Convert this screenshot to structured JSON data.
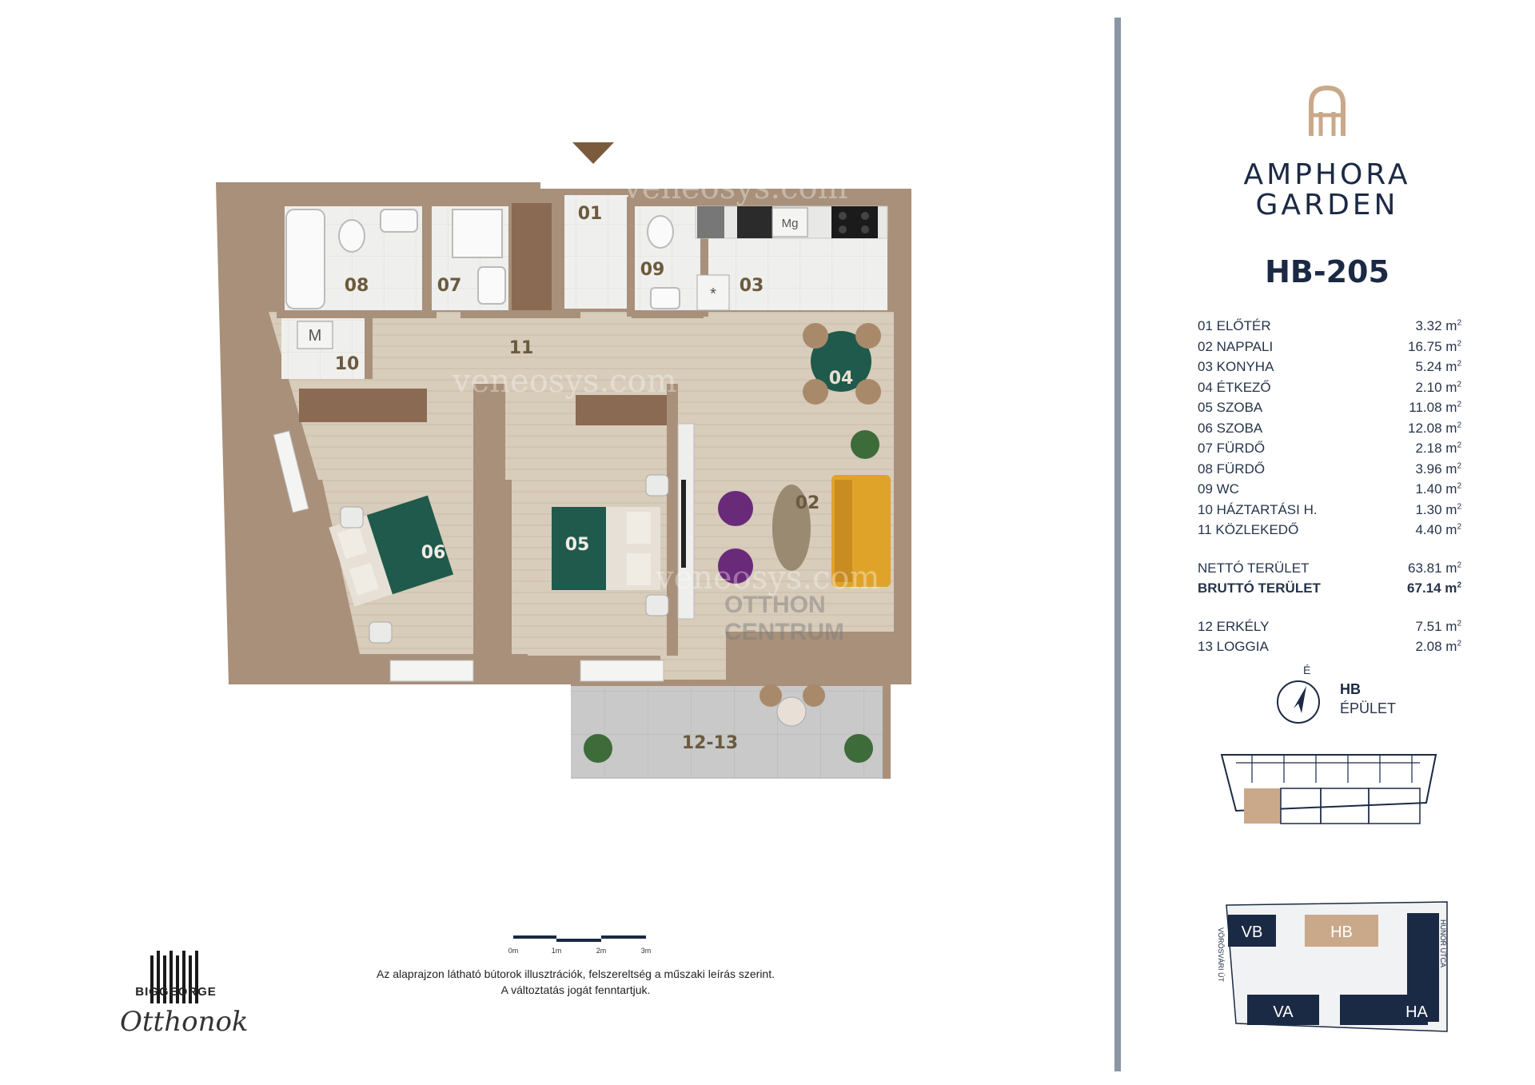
{
  "brand": {
    "line1": "AMPHORA",
    "line2": "GARDEN"
  },
  "apartment_code": "HB-205",
  "rooms": [
    {
      "label": "01 ELŐTÉR",
      "area": "3.32 m"
    },
    {
      "label": "02 NAPPALI",
      "area": "16.75 m"
    },
    {
      "label": "03 KONYHA",
      "area": "5.24 m"
    },
    {
      "label": "04 ÉTKEZŐ",
      "area": "2.10 m"
    },
    {
      "label": "05 SZOBA",
      "area": "11.08 m"
    },
    {
      "label": "06 SZOBA",
      "area": "12.08 m"
    },
    {
      "label": "07 FÜRDŐ",
      "area": "2.18 m"
    },
    {
      "label": "08 FÜRDŐ",
      "area": "3.96 m"
    },
    {
      "label": "09 WC",
      "area": "1.40 m"
    },
    {
      "label": "10 HÁZTARTÁSI H.",
      "area": "1.30 m"
    },
    {
      "label": "11 KÖZLEKEDŐ",
      "area": "4.40 m"
    }
  ],
  "totals": {
    "net_label": "NETTÓ TERÜLET",
    "net_area": "63.81 m",
    "gross_label": "BRUTTÓ TERÜLET",
    "gross_area": "67.14 m"
  },
  "outdoor": [
    {
      "label": "12 ERKÉLY",
      "area": "7.51 m"
    },
    {
      "label": "13 LOGGIA",
      "area": "2.08 m"
    }
  ],
  "sup": "2",
  "compass": {
    "north": "É"
  },
  "building": {
    "title": "HB",
    "subtitle": "ÉPÜLET"
  },
  "site_labels": {
    "vb": "VB",
    "hb": "HB",
    "va": "VA",
    "ha": "HA",
    "street_left": "VÖRÖSVÁRI ÚT",
    "street_right": "HUNOR UTCA"
  },
  "plan_labels": {
    "r01": "01",
    "r02": "02",
    "r03": "03",
    "r04": "04",
    "r05": "05",
    "r06": "06",
    "r07": "07",
    "r08": "08",
    "r09": "09",
    "r10": "10",
    "r11": "11",
    "r1213": "12-13",
    "m_box": "M",
    "mg_box": "Mg",
    "star": "*"
  },
  "watermarks": {
    "site": "veneosys.com",
    "oc1": "OTTHON",
    "oc2": "CENTRUM"
  },
  "scale": {
    "t0": "0m",
    "t1": "1m",
    "t2": "2m",
    "t3": "3m"
  },
  "developer": {
    "name": "BIGGEORGE",
    "sub": "Otthonok"
  },
  "disclaimer": {
    "line1": "Az alaprajzon látható bútorok illusztrációk, felszereltség a műszaki leírás szerint.",
    "line2": "A változtatás jogát fenntartjuk."
  },
  "colors": {
    "wall": "#a8907a",
    "floor": "#d9cdbd",
    "tile": "#eeeeec",
    "navy": "#1b2a44",
    "accent": "#c9a98a"
  }
}
